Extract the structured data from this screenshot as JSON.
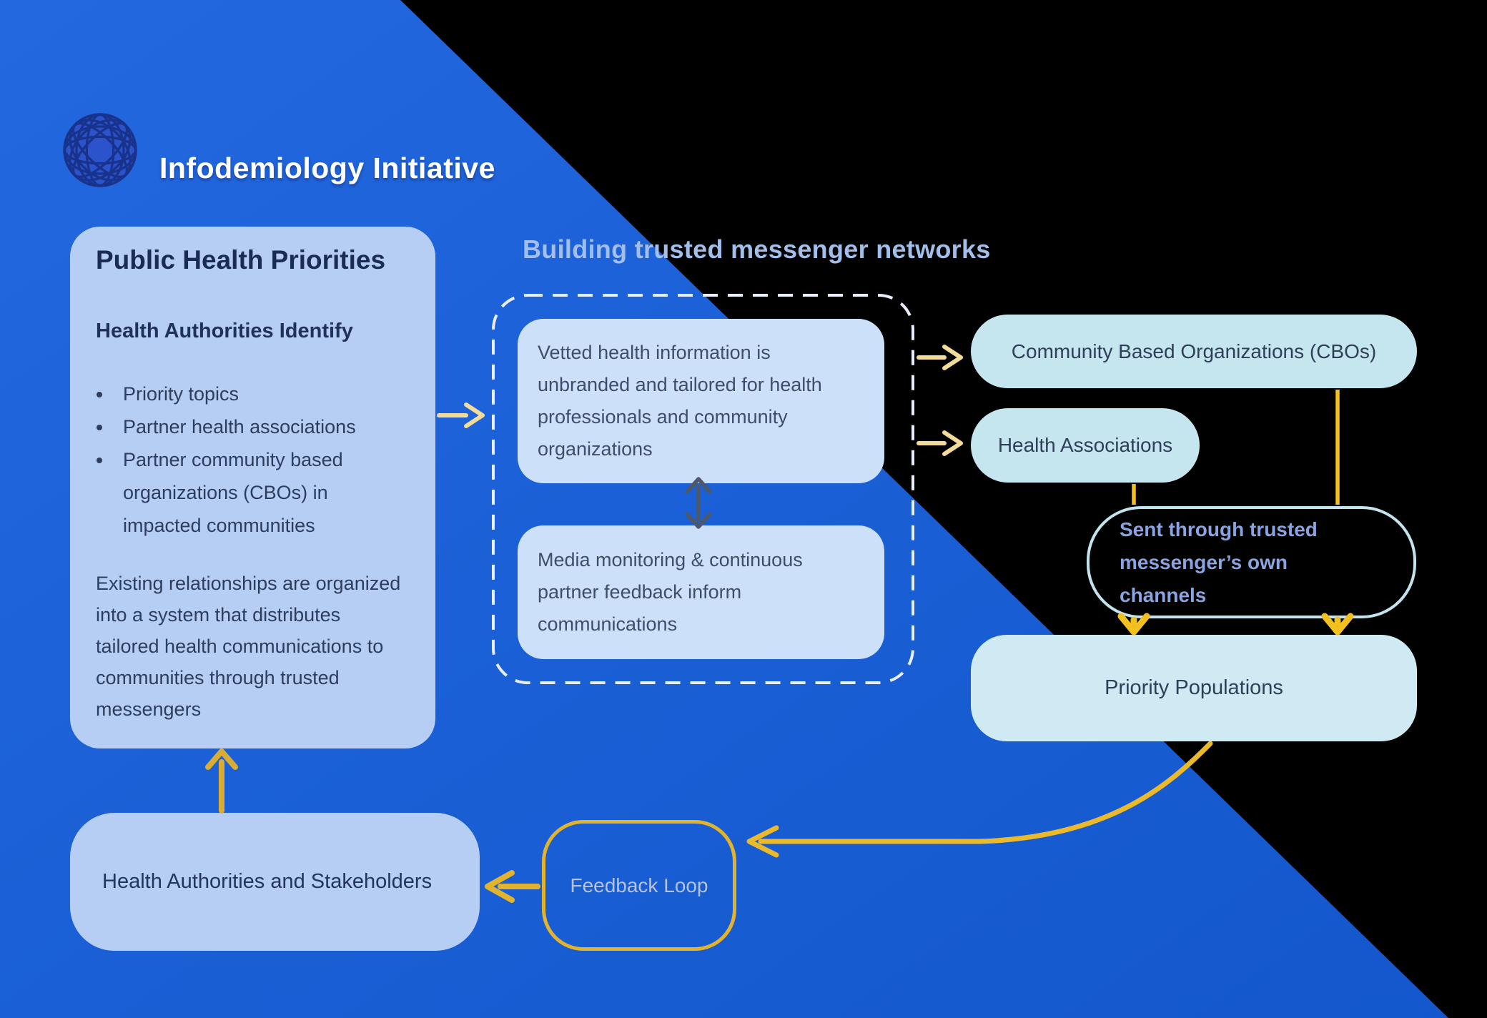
{
  "header": {
    "title": "Infodemiology Initiative",
    "logo_icon": "globe-sphere"
  },
  "left_panel": {
    "title": "Public Health Priorities",
    "subtitle": "Health Authorities Identify",
    "bullets": [
      "Priority topics",
      "Partner health associations",
      "Partner community based organizations (CBOs) in impacted communities"
    ],
    "paragraph": "Existing relationships are organized into a system that distributes tailored health communications to communities through trusted messengers"
  },
  "center": {
    "heading": "Building trusted messenger networks",
    "vetted_box": "Vetted health information is unbranded and tailored for health professionals and community organizations",
    "media_box": "Media monitoring & continuous partner feedback inform communications"
  },
  "right": {
    "cbo": "Community Based Organizations (CBOs)",
    "health_associations": "Health Associations",
    "sent_note": "Sent through trusted messenger’s own channels",
    "priority_populations": "Priority Populations"
  },
  "bottom": {
    "stakeholders": "Health Authorities and Stakeholders",
    "feedback": "Feedback Loop"
  },
  "colors": {
    "background_blue": "#1b60d6",
    "black_region": "#000000",
    "panel_blue": "#b6cef3",
    "inner_box_blue": "#cde0fa",
    "cyan_box": "#c6e6ef",
    "priority_box": "#cfeaf2",
    "pale_yellow_arrow": "#f3db9a",
    "gold_arrow": "#eeba28",
    "gray_arrow": "#4e586a",
    "heading_blue": "#a2bfec",
    "sent_text_blue": "#8aa4e2",
    "navy_text": "#1d2e55",
    "dash_white": "#e8eefb"
  }
}
